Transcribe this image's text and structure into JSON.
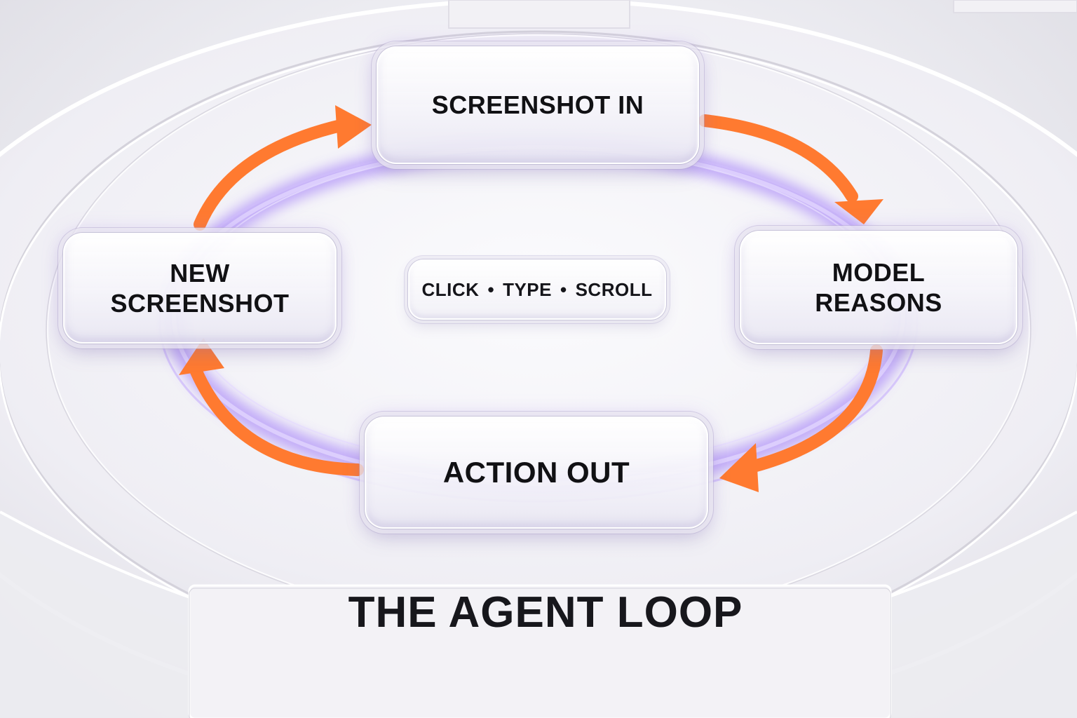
{
  "diagram": {
    "title": "THE AGENT LOOP",
    "nodes": {
      "screenshot_in": "SCREENSHOT IN",
      "model_reasons_line1": "MODEL",
      "model_reasons_line2": "REASONS",
      "action_out": "ACTION OUT",
      "new_screenshot_line1": "NEW",
      "new_screenshot_line2": "SCREENSHOT"
    },
    "center_label": {
      "item1": "CLICK",
      "item2": "TYPE",
      "item3": "SCROLL",
      "separator": "•"
    },
    "flow": [
      "SCREENSHOT IN",
      "MODEL REASONS",
      "ACTION OUT",
      "NEW SCREENSHOT",
      "SCREENSHOT IN"
    ],
    "colors": {
      "arrow": "#ff7a30",
      "glow": "#a88bf0",
      "text": "#111114",
      "background": "#eeeef3"
    }
  }
}
